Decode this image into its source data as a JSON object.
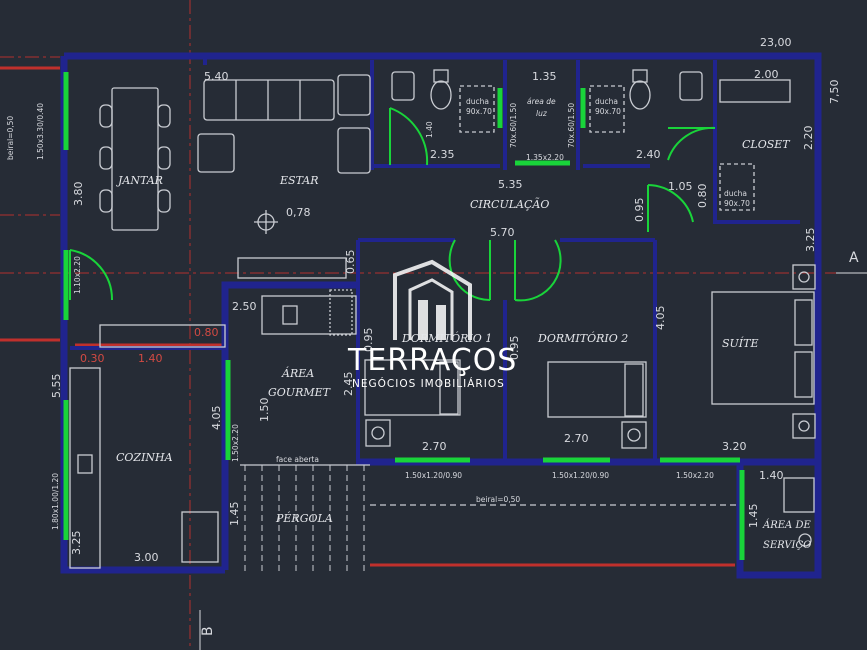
{
  "rooms": {
    "jantar": "JANTAR",
    "estar": "ESTAR",
    "circulacao": "CIRCULAÇÃO",
    "closet": "CLOSET",
    "area_gourmet_1": "ÁREA",
    "area_gourmet_2": "GOURMET",
    "dormitorio1": "DORMITÓRIO 1",
    "dormitorio2": "DORMITÓRIO 2",
    "suite": "SUÍTE",
    "cozinha": "COZINHA",
    "pergola": "PÉRGOLA",
    "area_servico_1": "ÁREA DE",
    "area_servico_2": "SERVIÇO"
  },
  "dims": {
    "total_width": "23,00",
    "total_depth": "7,50",
    "estar_width": "5.40",
    "wc1_width": "2.35",
    "luz_width": "1.35",
    "wc2_width": "2.40",
    "closet_width": "2.00",
    "closet_depth": "2.20",
    "jantar_depth": "3.80",
    "circ_length": "5.35",
    "circ_width": "1.05",
    "circ_095": "0.95",
    "circ_080": "0.80",
    "hall_570": "5.70",
    "suite_depth": "3.25",
    "dorm_depth": "4.05",
    "estar_065": "0.65",
    "gourmet_width": "2.50",
    "gourmet_depth": "4.05",
    "gourmet_150": "1.50",
    "dorm1_width": "2.70",
    "dorm2_width": "2.70",
    "suite_width": "3.20",
    "serv_width": "1.40",
    "serv_depth": "1.45",
    "pergola_depth": "1.45",
    "cozinha_depth": "5.55",
    "cozinha_325": "3.25",
    "cozinha_width": "3.00",
    "estar_078": "0,78",
    "red_080": "0.80",
    "red_030": "0.30",
    "red_140": "1.40",
    "dorm1_245": "2.45",
    "dorm1_095": "0.95",
    "dorm2_095": "0.95"
  },
  "windows": {
    "jantar_win": "1.50x3.30/0.40",
    "beiral_top": "beiral=0,50",
    "jantar_door": "1.10x2.20",
    "wc1_win": "1.40",
    "luz_win1": "70x.60/1.50",
    "luz_win2": "70x.60/1.50",
    "luz_door": "1.35x2.20",
    "luz_label_1": "área de",
    "luz_label_2": "luz",
    "shower_1a": "ducha",
    "shower_1b": "90x.70",
    "shower_2a": "ducha",
    "shower_2b": "90x.70",
    "shower_3a": "ducha",
    "shower_3b": "90x.70",
    "dorm1_win": "1.50x1.20/0.90",
    "dorm2_win": "1.50x1.20/0.90",
    "suite_win": "1.50x2.20",
    "gourmet_door": "1.50x2.20",
    "cozinha_win": "1.80x1.00/1.20",
    "beiral_bottom": "beiral=0,50",
    "face_aberta": "face aberta"
  },
  "axes": {
    "a_label": "A",
    "b_label": "B"
  },
  "watermark": {
    "name": "TERRAÇOS",
    "tagline": "NEGÓCIOS IMOBILIÁRIOS"
  },
  "colors": {
    "background": "#262c36",
    "walls": "#20248e",
    "openings": "#19d43a",
    "axis_lines": "#b3312e",
    "text": "#d8dadf"
  }
}
